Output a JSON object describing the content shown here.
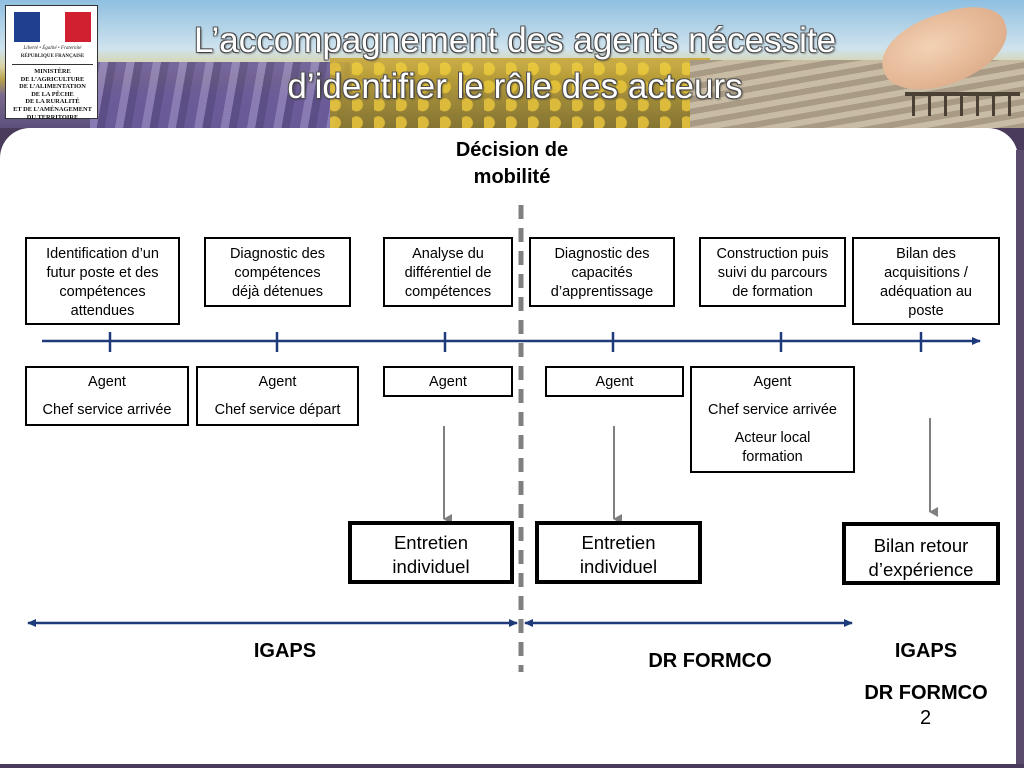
{
  "header": {
    "title_line1": "L’accompagnement des agents nécessite",
    "title_line2": "d’identifier le rôle des acteurs"
  },
  "logo": {
    "motto": "Liberté • Égalité • Fraternité",
    "republic": "RÉPUBLIQUE FRANÇAISE",
    "ministry": "MINISTÈRE\nDE L’AGRICULTURE\nDE L’ALIMENTATION\nDE LA PÊCHE\nDE LA RURALITÉ\nET DE L’AMÉNAGEMENT\nDU TERRITOIRE",
    "flag_colors": [
      "#1f3f8f",
      "#ffffff",
      "#d1202f"
    ]
  },
  "diagram": {
    "decision_label_line1": "Décision de",
    "decision_label_line2": "mobilité",
    "steps": [
      {
        "lines": [
          "Identification d’un",
          "futur poste et des",
          "compétences",
          "attendues"
        ]
      },
      {
        "lines": [
          "Diagnostic des",
          "compétences",
          "déjà détenues"
        ]
      },
      {
        "lines": [
          "Analyse du",
          "différentiel de",
          "compétences"
        ]
      },
      {
        "lines": [
          "Diagnostic des",
          "capacités",
          "d’apprentissage"
        ]
      },
      {
        "lines": [
          "Construction puis",
          "suivi du parcours",
          "de formation"
        ]
      },
      {
        "lines": [
          "Bilan des",
          "acquisitions /",
          "adéquation au",
          "poste"
        ]
      }
    ],
    "actors": [
      {
        "items": [
          "Agent",
          "Chef service arrivée"
        ]
      },
      {
        "items": [
          "Agent",
          "Chef service départ"
        ]
      },
      {
        "items": [
          "Agent"
        ]
      },
      {
        "items": [
          "Agent"
        ]
      },
      {
        "items": [
          "Agent",
          "Chef service arrivée",
          "Acteur local formation"
        ]
      }
    ],
    "interviews": [
      {
        "line1": "Entretien",
        "line2": "individuel"
      },
      {
        "line1": "Entretien",
        "line2": "individuel"
      },
      {
        "line1": "Bilan retour",
        "line2": "d’expérience"
      }
    ],
    "responsibles": {
      "left": "IGAPS",
      "middle": "DR FORMCO",
      "right_top": "IGAPS",
      "right_bottom": "DR FORMCO"
    },
    "colors": {
      "timeline": "#1f3a7a",
      "dashed": "#808080",
      "arrow_gray": "#808080"
    }
  },
  "page_number": "2"
}
